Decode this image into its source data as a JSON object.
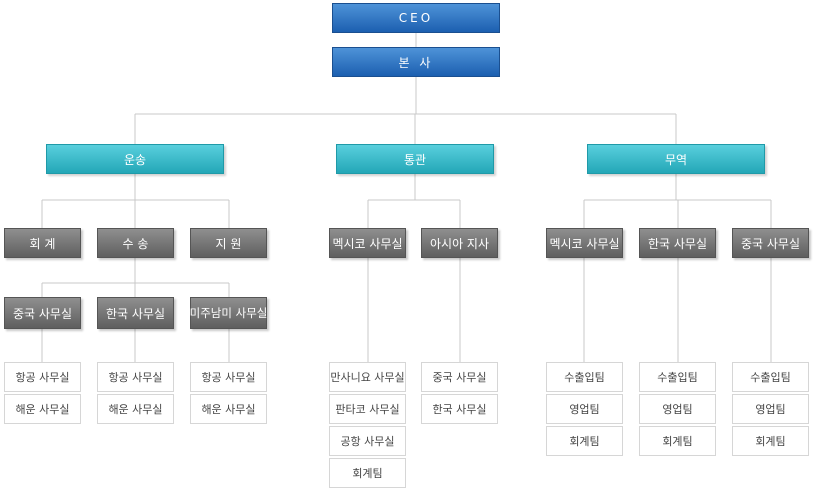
{
  "org": {
    "ceo": "CEO",
    "hq": "본 사",
    "divisions": {
      "transport": "운송",
      "customs": "통관",
      "trade": "무역"
    },
    "depts": {
      "accounting": "회 계",
      "delivery": "수 송",
      "support": "지 원",
      "customs_mexico": "멕시코 사무실",
      "customs_asia": "아시아 지사",
      "trade_mexico": "멕시코 사무실",
      "trade_korea": "한국 사무실",
      "trade_china": "중국 사무실"
    },
    "offices": {
      "china": "중국 사무실",
      "korea": "한국 사무실",
      "americas": "미주남미 사무실"
    },
    "teams": {
      "china_air": "항공 사무실",
      "china_sea": "해운 사무실",
      "korea_air": "항공 사무실",
      "korea_sea": "해운 사무실",
      "americas_air": "항공 사무실",
      "americas_sea": "해운 사무실",
      "mx_manzanillo": "만사니요 사무실",
      "mx_pantaco": "판타코 사무실",
      "mx_airport": "공항 사무실",
      "mx_accounting": "회계팀",
      "asia_china": "중국 사무실",
      "asia_korea": "한국 사무실",
      "tmx_import": "수출입팀",
      "tmx_sales": "영업팀",
      "tmx_accounting": "회계팀",
      "tkr_import": "수출입팀",
      "tkr_sales": "영업팀",
      "tkr_accounting": "회계팀",
      "tcn_import": "수출입팀",
      "tcn_sales": "영업팀",
      "tcn_accounting": "회계팀"
    }
  }
}
